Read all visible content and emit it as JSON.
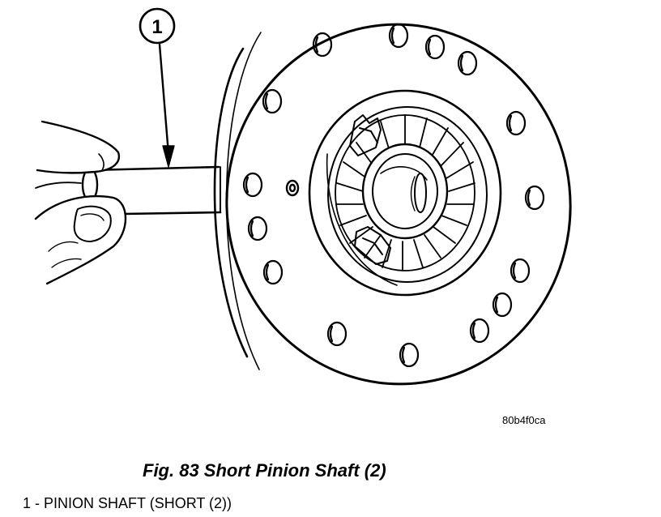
{
  "callout": {
    "number": "1"
  },
  "image_code": "80b4f0ca",
  "caption": "Fig. 83 Short Pinion Shaft (2)",
  "legend": [
    {
      "number": "1",
      "separator": " - ",
      "label": "PINION SHAFT (SHORT (2))"
    }
  ],
  "colors": {
    "ink": "#000000",
    "paper": "#ffffff"
  }
}
